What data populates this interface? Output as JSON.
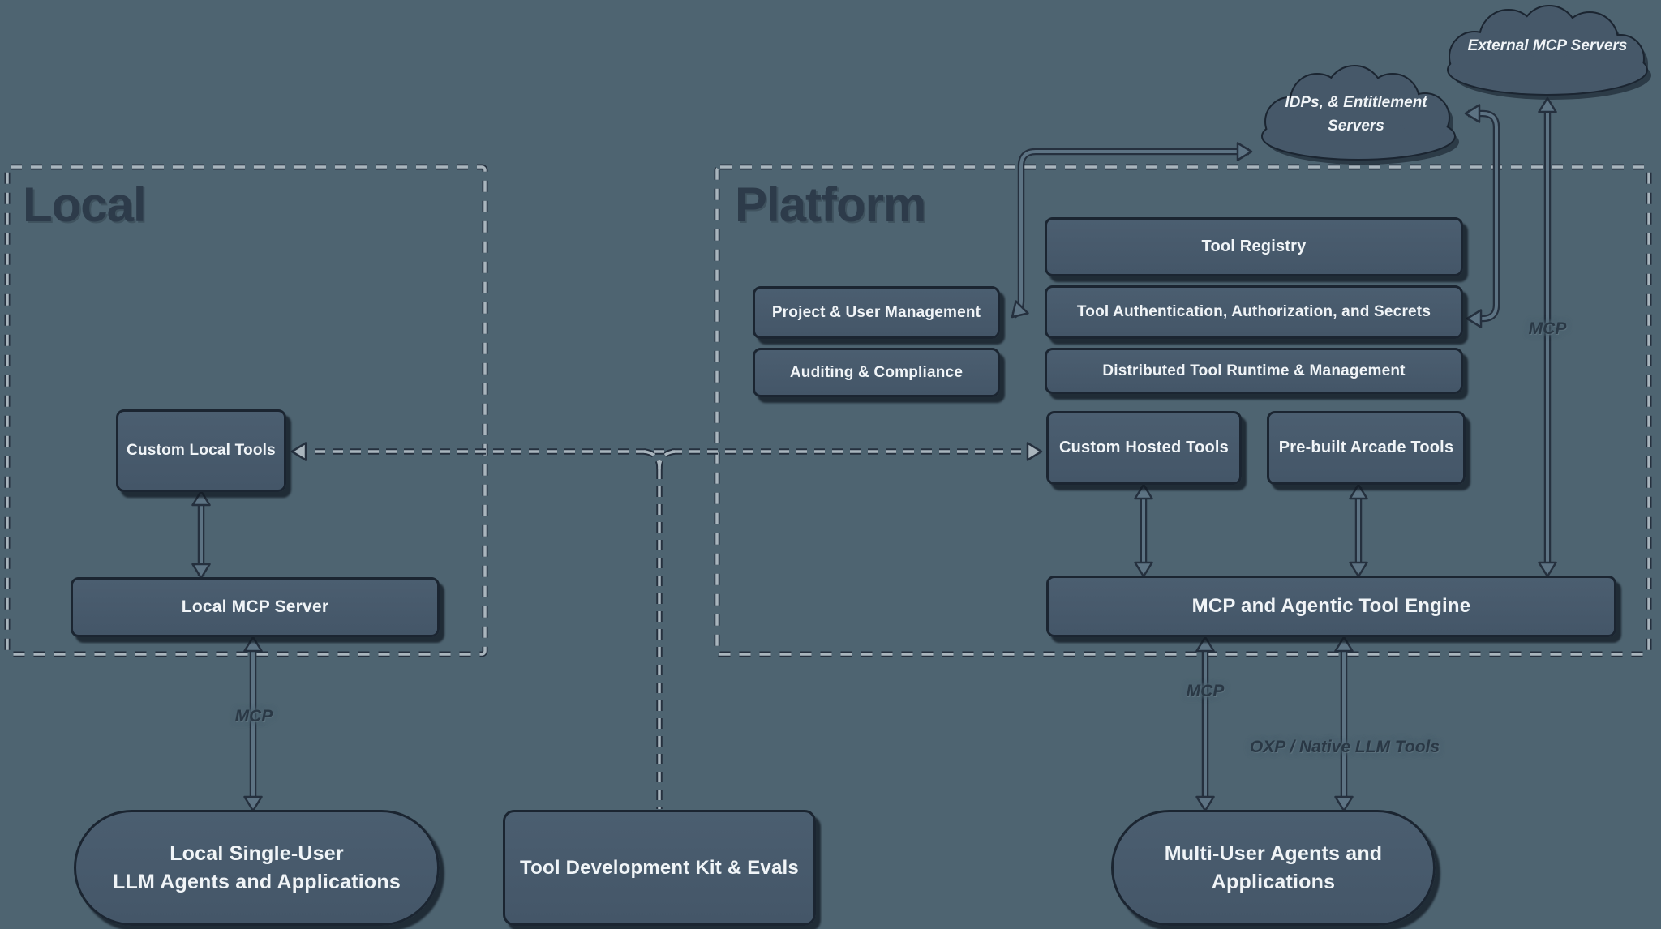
{
  "colors": {
    "background": "#4e6471",
    "node_fill": "#465869",
    "node_border": "#1b2531",
    "node_text": "#f0f4f7",
    "dash_light": "#a9b5bd",
    "line_dark": "#25303e",
    "line_light": "#5d7383",
    "title_text": "#2d3b4a"
  },
  "sections": {
    "local": {
      "title": "Local"
    },
    "platform": {
      "title": "Platform"
    }
  },
  "clouds": {
    "external": {
      "label": "External MCP Servers"
    },
    "idps": {
      "line1": "IDPs, & Entitlement",
      "line2": "Servers"
    }
  },
  "nodes": {
    "custom_local_tools": {
      "label": "Custom Local Tools"
    },
    "local_mcp_server": {
      "label": "Local MCP Server"
    },
    "project_user_management": {
      "label": "Project & User Management"
    },
    "auditing_compliance": {
      "label": "Auditing & Compliance"
    },
    "tool_registry": {
      "label": "Tool Registry"
    },
    "tool_auth": {
      "label": "Tool Authentication, Authorization, and Secrets"
    },
    "distributed_runtime": {
      "label": "Distributed Tool Runtime & Management"
    },
    "custom_hosted_tools": {
      "label": "Custom Hosted Tools"
    },
    "prebuilt_arcade_tools": {
      "label": "Pre-built Arcade Tools"
    },
    "mcp_engine": {
      "label": "MCP and Agentic Tool Engine"
    },
    "local_single_user": {
      "line1": "Local Single-User",
      "line2": "LLM Agents and Applications"
    },
    "tool_dev_kit": {
      "label": "Tool Development Kit & Evals"
    },
    "multi_user": {
      "line1": "Multi-User Agents and",
      "line2": "Applications"
    }
  },
  "edge_labels": {
    "local_mcp": "MCP",
    "engine_mcp": "MCP",
    "external_mcp": "MCP",
    "oxp": "OXP / Native LLM Tools"
  }
}
